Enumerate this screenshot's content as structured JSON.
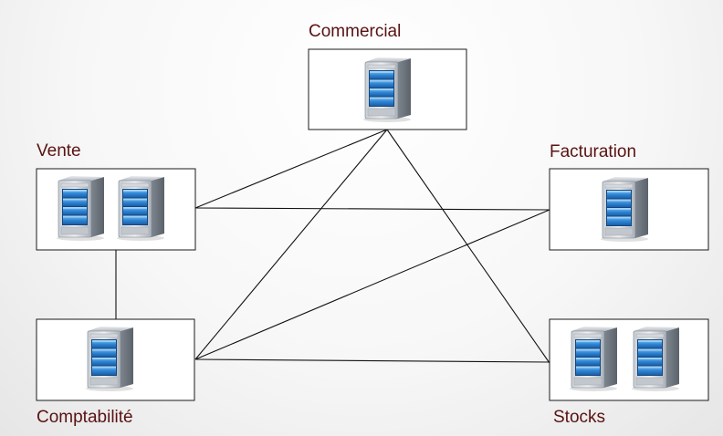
{
  "diagram": {
    "nodes": [
      {
        "id": "commercial",
        "label": "Commercial",
        "servers": 1,
        "icon": "server-tower-icon"
      },
      {
        "id": "vente",
        "label": "Vente",
        "servers": 2,
        "icon": "server-tower-icon"
      },
      {
        "id": "facturation",
        "label": "Facturation",
        "servers": 1,
        "icon": "server-tower-icon"
      },
      {
        "id": "comptabilite",
        "label": "Comptabilité",
        "servers": 1,
        "icon": "server-tower-icon"
      },
      {
        "id": "stocks",
        "label": "Stocks",
        "servers": 2,
        "icon": "server-tower-icon"
      }
    ],
    "links": [
      {
        "from": "commercial",
        "to": "vente"
      },
      {
        "from": "commercial",
        "to": "comptabilite"
      },
      {
        "from": "commercial",
        "to": "stocks"
      },
      {
        "from": "vente",
        "to": "facturation"
      },
      {
        "from": "vente",
        "to": "comptabilite"
      },
      {
        "from": "facturation",
        "to": "comptabilite"
      },
      {
        "from": "comptabilite",
        "to": "stocks"
      }
    ],
    "colors": {
      "label": "#5a1212",
      "line": "#111111",
      "box_border": "#1a1a1a",
      "server_body": "#9aa3ad",
      "server_bay": "#3f8fd8"
    }
  }
}
